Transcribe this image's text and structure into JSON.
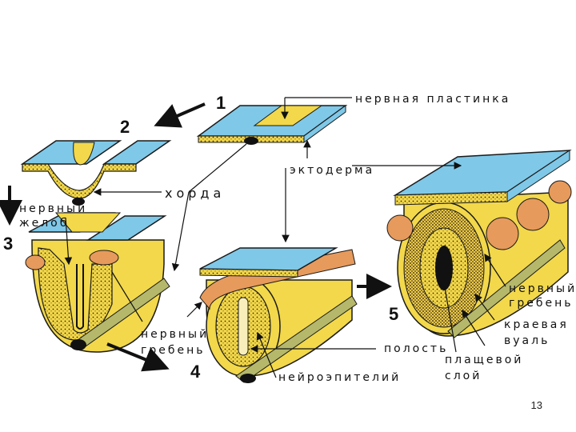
{
  "labels": {
    "neural_plate": "нервная пластинка",
    "ectoderm": "эктодерма",
    "notochord": "хорда",
    "neural_groove": "нервный\nжелоб",
    "neural_crest_left": "нервный\nгребень",
    "cavity": "полость",
    "neuroepithelium": "нейроэпителий",
    "neural_crest_right": "нервный\nгребень",
    "marginal_veil": "краевая\nвуаль",
    "mantle_layer": "плащевой\nслой"
  },
  "stages": [
    "1",
    "2",
    "3",
    "4",
    "5"
  ],
  "page_number": "13",
  "colors": {
    "ectoderm_blue": "#7fc8e8",
    "mesoderm_yellow": "#f2d84a",
    "neural_crest_orange": "#e69a5c",
    "notochord_green": "#b5b86a",
    "outline": "#1a1a1a"
  }
}
